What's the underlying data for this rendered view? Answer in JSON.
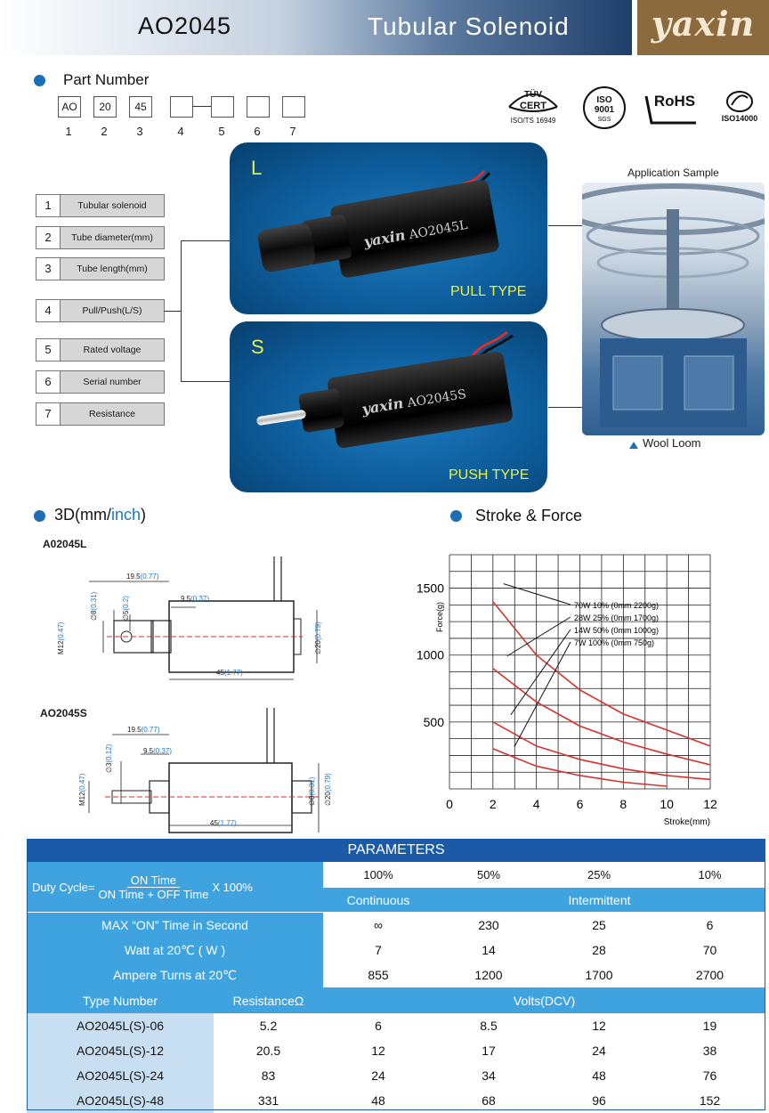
{
  "header": {
    "model": "AO2045",
    "product": "Tubular Solenoid",
    "logo": "yaxin"
  },
  "part_number": {
    "title": "Part Number",
    "boxes": [
      "AO",
      "20",
      "45",
      "",
      "",
      "",
      ""
    ],
    "indices": [
      "1",
      "2",
      "3",
      "4",
      "5",
      "6",
      "7"
    ]
  },
  "certs": {
    "tuv_top": "TÜV",
    "tuv_mid": "CERT",
    "tuv_sub": "ISO/TS 16949",
    "iso_top": "ISO",
    "iso_mid": "9001",
    "iso_sub": "SGS",
    "rohs": "RoHS",
    "iso14000": "ISO14000"
  },
  "legend": [
    {
      "num": "1",
      "label": "Tubular solenoid"
    },
    {
      "num": "2",
      "label": "Tube diameter(mm)"
    },
    {
      "num": "3",
      "label": "Tube length(mm)"
    },
    {
      "num": "4",
      "label": "Pull/Push(L/S)"
    },
    {
      "num": "5",
      "label": "Rated voltage"
    },
    {
      "num": "6",
      "label": "Serial number"
    },
    {
      "num": "7",
      "label": "Resistance"
    }
  ],
  "panels": {
    "pull": {
      "letter": "L",
      "brand": "yaxin",
      "model": "AO2045L",
      "type": "PULL TYPE"
    },
    "push": {
      "letter": "S",
      "brand": "yaxin",
      "model": "AO2045S",
      "type": "PUSH TYPE"
    }
  },
  "application": {
    "title": "Application Sample",
    "caption": "Wool Loom"
  },
  "drawing": {
    "title_main": "3D(mm/",
    "title_accent": "inch",
    "title_end": ")",
    "pull_label": "A02045L",
    "push_label": "AO2045S",
    "d19_mm": "19.5",
    "d19_in": "(0.77)",
    "d9_mm": "9.5",
    "d9_in": "(0.37)",
    "d45_mm": "45",
    "d45_in": "(1.77)",
    "m12_mm": "M12",
    "m12_in": "(0.47)",
    "d20_mm": "∅20",
    "d20_in": "(0.79)",
    "d8_mm": "∅8",
    "d8_in": "(0.31)",
    "d5_mm": "∅5",
    "d5_in": "(0.2)",
    "d3_mm": "∅3",
    "d3_in": "(0.12)"
  },
  "chart_title": "Stroke & Force",
  "chart_data": {
    "type": "line",
    "title": "Stroke & Force",
    "xlabel": "Stroke(mm)",
    "ylabel": "Force(g)",
    "xlim": [
      0,
      12
    ],
    "ylim": [
      0,
      1750
    ],
    "xticks": [
      0,
      2,
      4,
      6,
      8,
      10,
      12
    ],
    "yticks": [
      500,
      1000,
      1500
    ],
    "grid": true,
    "series": [
      {
        "name": "70W 10% (0mm 2200g)",
        "x": [
          2,
          4,
          6,
          8,
          10,
          12
        ],
        "y": [
          1400,
          1000,
          740,
          560,
          440,
          320
        ]
      },
      {
        "name": "28W 25% (0mm 1700g)",
        "x": [
          2,
          4,
          6,
          8,
          10,
          12
        ],
        "y": [
          900,
          650,
          470,
          350,
          260,
          180
        ]
      },
      {
        "name": "14W 50% (0mm 1000g)",
        "x": [
          2,
          4,
          6,
          8,
          10,
          12
        ],
        "y": [
          500,
          320,
          220,
          150,
          100,
          70
        ]
      },
      {
        "name": "7W 100% (0mm 750g)",
        "x": [
          2,
          4,
          6,
          8,
          10
        ],
        "y": [
          300,
          170,
          100,
          50,
          20
        ]
      }
    ]
  },
  "params": {
    "title": "PARAMETERS",
    "duty_prefix": "Duty Cycle=",
    "duty_num": "ON Time",
    "duty_den": "ON Time + OFF Time",
    "duty_suffix": "X 100%",
    "duty_values": [
      "100%",
      "50%",
      "25%",
      "10%"
    ],
    "continuous": "Continuous",
    "intermittent": "Intermittent",
    "rows": [
      {
        "label": "MAX “ON” Time in Second",
        "values": [
          "∞",
          "230",
          "25",
          "6"
        ]
      },
      {
        "label": "Watt at 20℃ ( W )",
        "values": [
          "7",
          "14",
          "28",
          "70"
        ]
      },
      {
        "label": "Ampere Turns at 20℃",
        "values": [
          "855",
          "1200",
          "1700",
          "2700"
        ]
      }
    ],
    "type_header": "Type Number",
    "res_header": "ResistanceΩ",
    "volts_header": "Volts(DCV)",
    "types": [
      {
        "name": "AO2045L(S)-06",
        "res": "5.2",
        "volts": [
          "6",
          "8.5",
          "12",
          "19"
        ]
      },
      {
        "name": "AO2045L(S)-12",
        "res": "20.5",
        "volts": [
          "12",
          "17",
          "24",
          "38"
        ]
      },
      {
        "name": "AO2045L(S)-24",
        "res": "83",
        "volts": [
          "24",
          "34",
          "48",
          "76"
        ]
      },
      {
        "name": "AO2045L(S)-48",
        "res": "331",
        "volts": [
          "48",
          "68",
          "96",
          "152"
        ]
      }
    ]
  },
  "colors": {
    "primary_blue": "#1a5aa6",
    "mid_blue": "#3fa3e0",
    "light_blue": "#b7d8f0",
    "curve_red": "#d6322c",
    "accent_yellow": "#e8f04a",
    "logo_brown": "#8b6a3e"
  }
}
